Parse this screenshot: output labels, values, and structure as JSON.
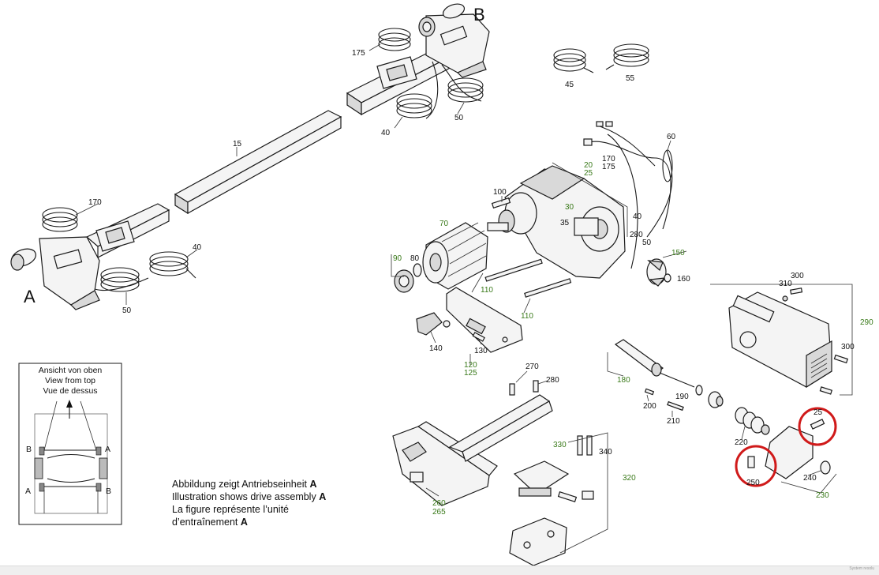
{
  "assembly_letters": {
    "a": "A",
    "b": "B"
  },
  "inset": {
    "title_de": "Ansicht von oben",
    "title_en": "View from top",
    "title_fr": "Vue de dessus",
    "side_labels": [
      "B",
      "A",
      "A",
      "B"
    ]
  },
  "caption": {
    "line1_text": "Abbildung zeigt Antriebseinheit ",
    "line1_bold": "A",
    "line2_text": "Illustration shows drive assembly ",
    "line2_bold": "A",
    "line3_text": "La figure représente l’unité",
    "line4_text": "d’entraînement ",
    "line4_bold": "A"
  },
  "labels": {
    "l175_top": "175",
    "l40_top": "40",
    "l50_top": "50",
    "l45": "45",
    "l55": "55",
    "l15": "15",
    "l170_left": "170",
    "l40_left": "40",
    "l50_left": "50",
    "l60": "60",
    "l170_right": "170",
    "l175_right": "175",
    "l20": "20",
    "l25": "25",
    "l100": "100",
    "l30": "30",
    "l35": "35",
    "l40_right": "40",
    "l280_top": "280",
    "l50_right": "50",
    "l70": "70",
    "l90": "90",
    "l80": "80",
    "l150": "150",
    "l160": "160",
    "l110_a": "110",
    "l110_b": "110",
    "l310": "310",
    "l300_top": "300",
    "l290": "290",
    "l300_right": "300",
    "l140": "140",
    "l130": "130",
    "l120": "120",
    "l125": "125",
    "l180": "180",
    "l190": "190",
    "l200": "200",
    "l210": "210",
    "l270": "270",
    "l280_bottom": "280",
    "l330": "330",
    "l340": "340",
    "l320": "320",
    "l220": "220",
    "l250": "250",
    "l240": "240",
    "l230": "230",
    "l260": "260",
    "l265": "265",
    "l25_small": "25"
  },
  "footer": {
    "text": "System resolu"
  },
  "colors": {
    "highlight": "#d01a1a",
    "green_labels": "#3a7a1a"
  }
}
